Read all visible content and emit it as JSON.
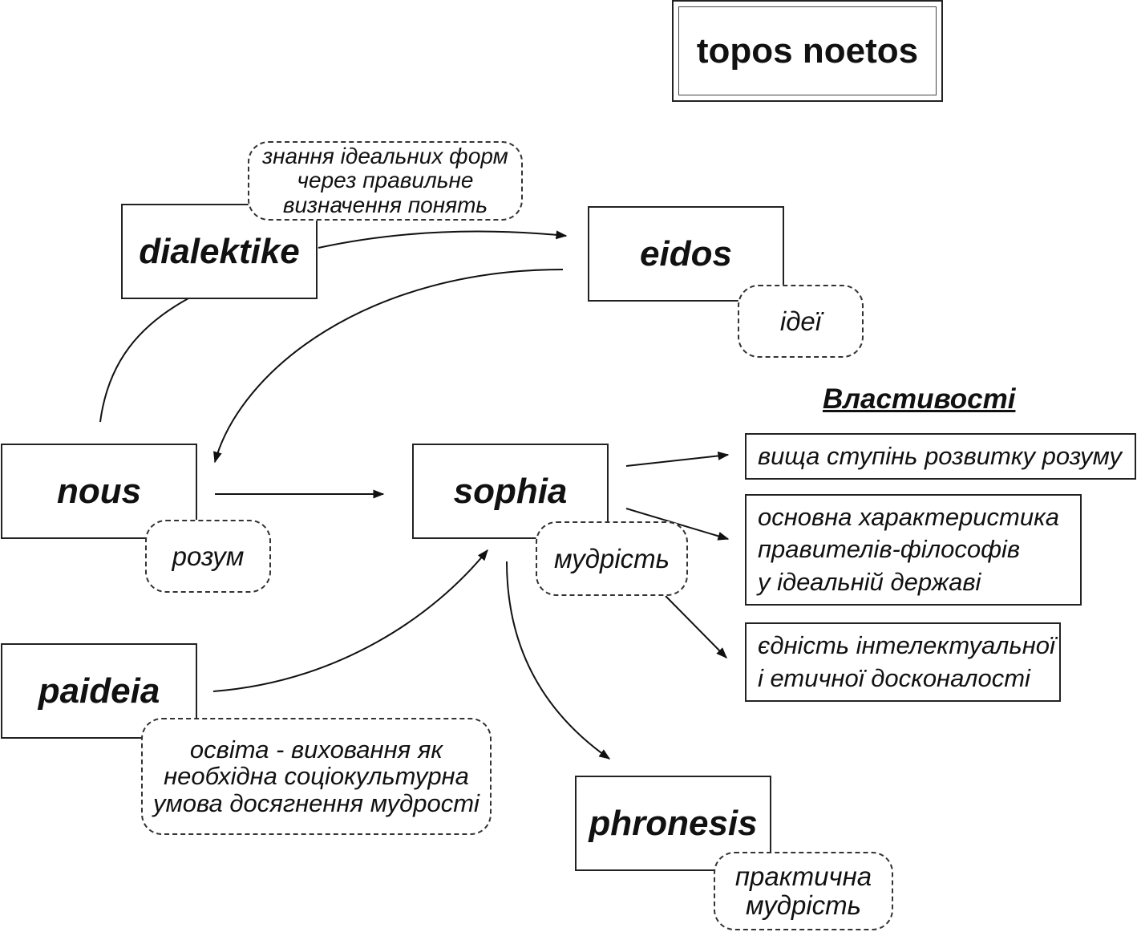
{
  "title": "topos noetos",
  "properties_heading": "Властивості",
  "concepts": {
    "dialektike": "dialektike",
    "eidos": "eidos",
    "nous": "nous",
    "sophia": "sophia",
    "paideia": "paideia",
    "phronesis": "phronesis"
  },
  "notes": {
    "dialektike": "знання ідеальних форм\nчерез правильне\nвизначення понять",
    "eidos": "ідеї",
    "nous": "розум",
    "sophia": "мудрість",
    "paideia": "освіта - виховання як\nнеобхідна соціокультурна\nумова досягнення мудрості",
    "phronesis": "практична\nмудрість"
  },
  "properties": [
    "вища ступінь розвитку розуму",
    "основна характеристика\nправителів-філософів\nу ідеальній державі",
    "єдність інтелектуальної\nі етичної досконалості"
  ]
}
